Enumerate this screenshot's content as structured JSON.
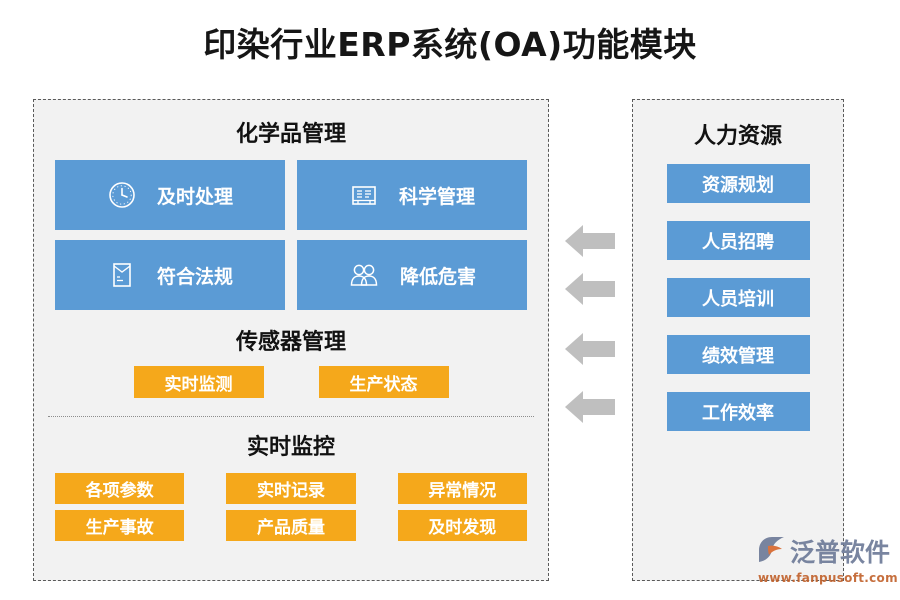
{
  "page": {
    "title": "印染行业ERP系统(OA)功能模块",
    "background": "#ffffff"
  },
  "colors": {
    "blue": "#5B9BD5",
    "orange": "#F5A81B",
    "panel_bg": "#F2F2F2",
    "panel_border": "#5A5A5A",
    "arrow": "#BFBFBF",
    "title_text": "#161616"
  },
  "left_panel": {
    "chemical": {
      "title": "化学品管理",
      "cards": [
        {
          "label": "及时处理",
          "icon": "clock-icon"
        },
        {
          "label": "科学管理",
          "icon": "document-list-icon"
        },
        {
          "label": "符合法规",
          "icon": "envelope-document-icon"
        },
        {
          "label": "降低危害",
          "icon": "users-icon"
        }
      ]
    },
    "sensor": {
      "title": "传感器管理",
      "buttons": [
        {
          "label": "实时监测"
        },
        {
          "label": "生产状态"
        }
      ]
    },
    "monitor": {
      "title": "实时监控",
      "buttons": [
        {
          "label": "各项参数"
        },
        {
          "label": "实时记录"
        },
        {
          "label": "异常情况"
        },
        {
          "label": "生产事故"
        },
        {
          "label": "产品质量"
        },
        {
          "label": "及时发现"
        }
      ]
    }
  },
  "right_panel": {
    "title": "人力资源",
    "buttons": [
      {
        "label": "资源规划"
      },
      {
        "label": "人员招聘"
      },
      {
        "label": "人员培训"
      },
      {
        "label": "绩效管理"
      },
      {
        "label": "工作效率"
      }
    ]
  },
  "arrows": {
    "direction": "left",
    "count": 4,
    "tops": [
      224,
      272,
      332,
      390
    ]
  },
  "watermark": {
    "brand": "泛普软件",
    "url": "www.fanpusoft.com"
  }
}
